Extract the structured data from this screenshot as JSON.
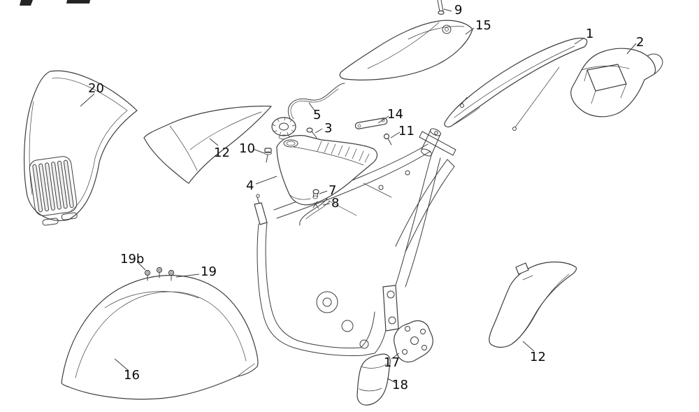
{
  "diagram": {
    "background_color": "#ffffff",
    "line_color": "#3d3d3d",
    "label_color": "#0a0a0a",
    "callouts": {
      "c1": "1",
      "c2": "2",
      "c3": "3",
      "c4": "4",
      "c5": "5",
      "c7": "7",
      "c8": "8",
      "c9": "9",
      "c10": "10",
      "c11": "11",
      "c12_left": "12",
      "c12_right": "12",
      "c14": "14",
      "c15": "15",
      "c16": "16",
      "c17": "17",
      "c18": "18",
      "c19": "19",
      "c19b": "19b",
      "c20": "20"
    }
  }
}
